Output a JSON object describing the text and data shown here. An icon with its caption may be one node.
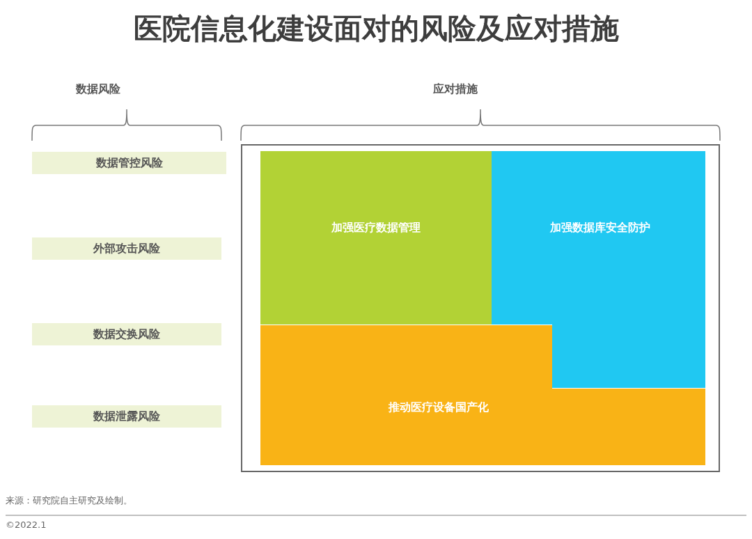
{
  "diagram": {
    "title": "医院信息化建设面对的风险及应对措施",
    "nodes": [
      {
        "text": [
          "数据管控风险"
        ]
      },
      {
        "text": [
          "外部攻击风险"
        ]
      },
      {
        "text": [
          "数据交换风险"
        ]
      },
      {
        "text": [
          "数据泄露风险"
        ]
      },
      {
        "text": [],
        "shape": "box"
      },
      {
        "text": [
          "加强医疗数据管理"
        ],
        "in": 4
      },
      {
        "text": [
          "加强数据库安全防护"
        ],
        "in": 4
      },
      {
        "text": [
          "推动医疗设备国产化"
        ],
        "in": 4
      }
    ],
    "labels": [
      "数据风险",
      "应对措施",
      "来源：研究院自主研究及绘制。",
      "©2022.1"
    ]
  }
}
